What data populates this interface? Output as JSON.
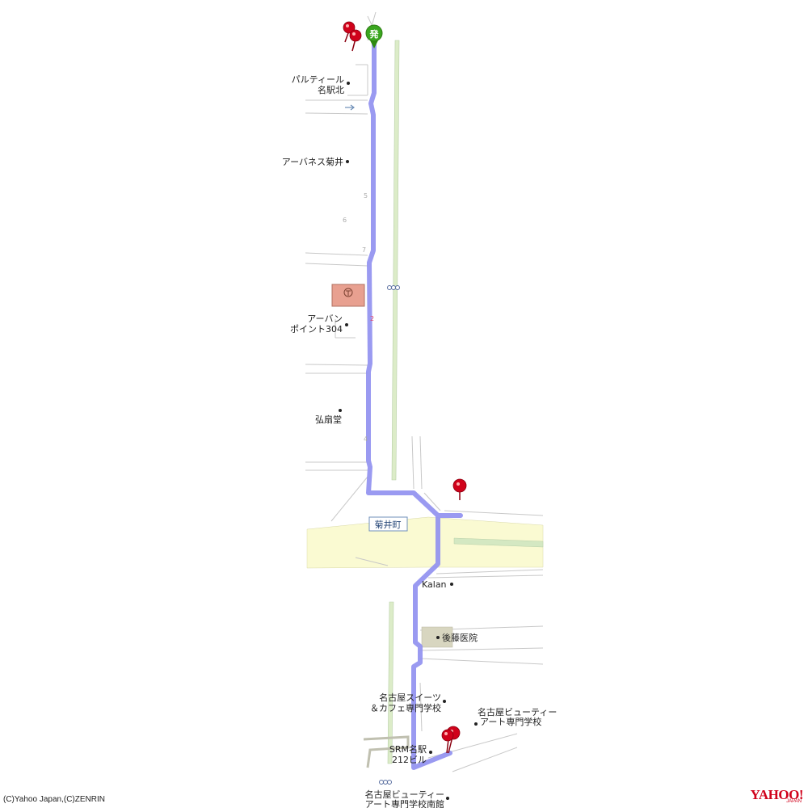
{
  "map": {
    "district_label": "菊井町",
    "start_marker_label": "発",
    "copyright": "(C)Yahoo Japan,(C)ZENRIN",
    "logo_main": "YAHOO!",
    "logo_sub": "JAPAN",
    "pois": [
      {
        "id": "parutiru",
        "lines": [
          "パルティール",
          "名駅北"
        ]
      },
      {
        "id": "urbaness",
        "lines": [
          "アーバネス菊井"
        ]
      },
      {
        "id": "urbanpoint",
        "lines": [
          "アーバン",
          "ポイント304"
        ]
      },
      {
        "id": "kousendou",
        "lines": [
          "弘扇堂"
        ]
      },
      {
        "id": "kalan",
        "lines": [
          "Kalan"
        ]
      },
      {
        "id": "goto",
        "lines": [
          "後藤医院"
        ]
      },
      {
        "id": "sweets",
        "lines": [
          "名古屋スイーツ",
          "＆カフェ専門学校"
        ]
      },
      {
        "id": "beauty",
        "lines": [
          "名古屋ビューティー",
          "アート専門学校"
        ]
      },
      {
        "id": "srm",
        "lines": [
          "SRM名駅",
          "212ビル"
        ]
      },
      {
        "id": "beauty-south",
        "lines": [
          "名古屋ビューティー",
          "アート専門学校南館"
        ]
      }
    ],
    "house_numbers": [
      "5",
      "6",
      "7",
      "2",
      "4"
    ],
    "colors": {
      "route": "#8f8ff0",
      "main_road": "#fafad2",
      "median": "#d4e8c2",
      "pin": "#d0021b",
      "start_pin": "#3aa61f",
      "post_office": "#e8a090"
    }
  }
}
